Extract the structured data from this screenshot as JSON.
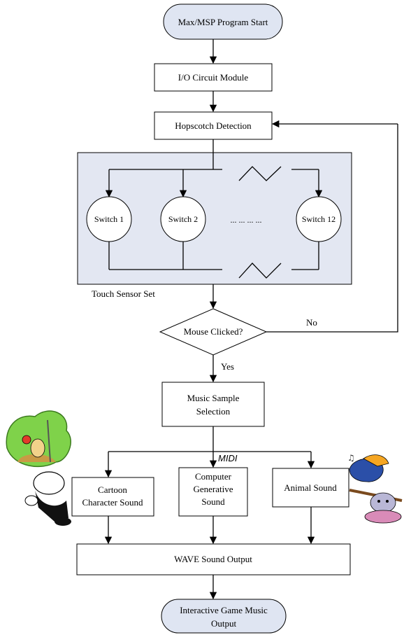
{
  "nodes": {
    "start": "Max/MSP Program Start",
    "io": "I/O Circuit Module",
    "detect": "Hopscotch Detection",
    "switch1": "Switch 1",
    "switch2": "Switch 2",
    "dots": "... ... ... ...",
    "switch12": "Switch 12",
    "sensor_set": "Touch Sensor Set",
    "decision": "Mouse Clicked?",
    "no": "No",
    "yes": "Yes",
    "music1": "Music Sample",
    "music2": "Selection",
    "midi": "MIDI",
    "cartoon1": "Cartoon",
    "cartoon2": "Character Sound",
    "computer1": "Computer",
    "computer2": "Generative",
    "computer3": "Sound",
    "animal": "Animal Sound",
    "wave": "WAVE Sound Output",
    "end1": "Interactive Game Music",
    "end2": "Output"
  },
  "colors": {
    "panel": "#e3e7f2",
    "terminal": "#dfe5f2"
  }
}
